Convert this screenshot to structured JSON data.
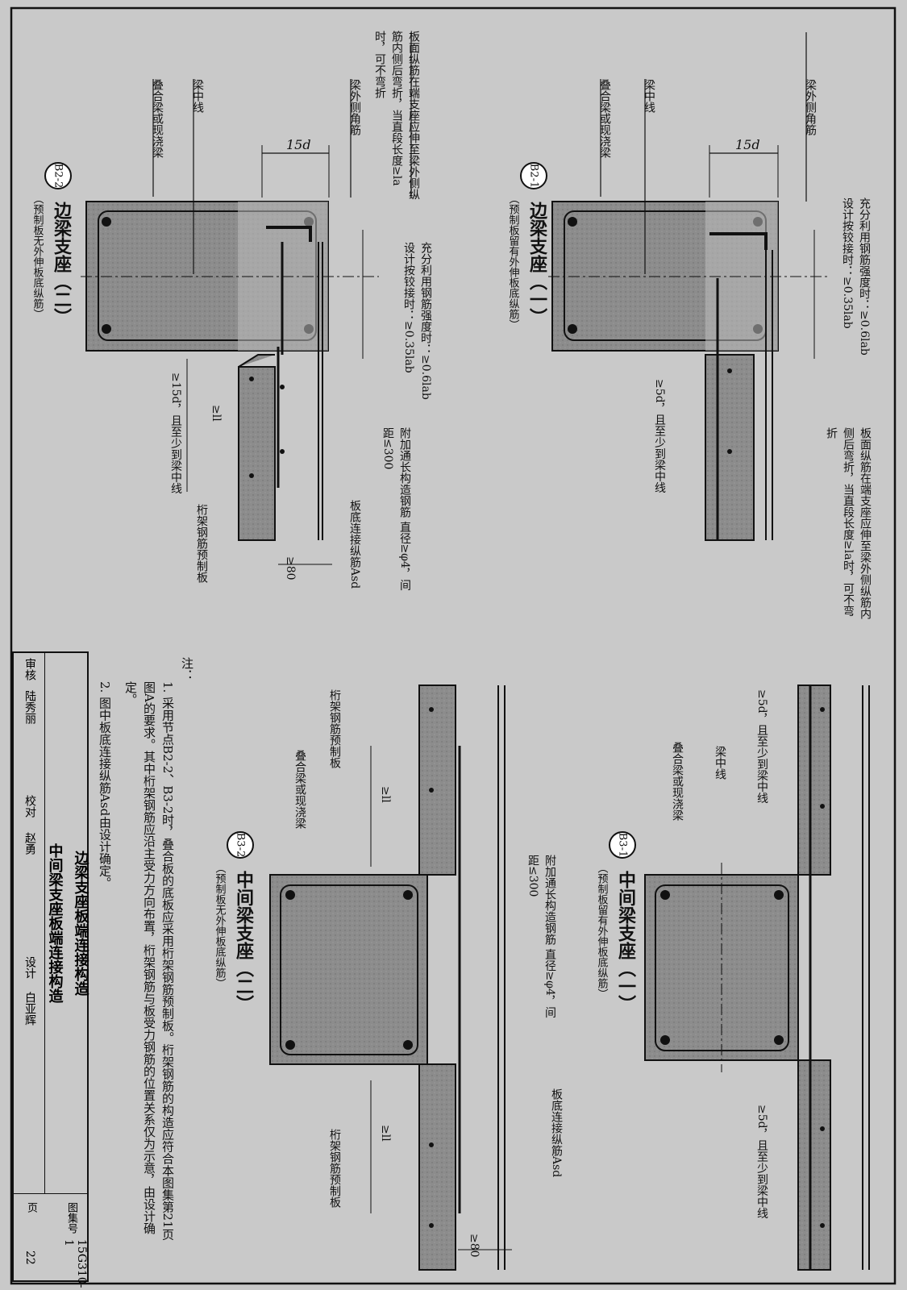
{
  "details": {
    "b2_2": {
      "badge": "B2-2",
      "title": "边梁支座（二）",
      "subtitle": "（预制板无外伸板底纵筋）",
      "labels": {
        "laminated_beam": "叠合梁或现浇梁",
        "beam_centerline": "梁中线",
        "beam_outer_corner": "梁外侧角筋",
        "top_bar_note": "板面纵筋在端支座应伸至梁外侧纵筋内侧后弯折，当直段长度≥la时，可不弯折",
        "dim_15d": "15d",
        "anchorage_note": "充分利用钢筋强度时：≥0.6lab 设计按铰接时：≥0.35lab",
        "embed_15d": "≥15d，且至少到梁中线",
        "embed_ll": "≥ll",
        "extra_bar": "附加通长构造钢筋 直径≥φ4，间距≤300",
        "bottom_bar": "板底连接纵筋Asd",
        "truss_slab": "桁架钢筋预制板",
        "dim_80": "≥80"
      }
    },
    "b2_1": {
      "badge": "B2-1",
      "title": "边梁支座（一）",
      "subtitle": "（预制板留有外伸板底纵筋）",
      "labels": {
        "laminated_beam": "叠合梁或现浇梁",
        "beam_centerline": "梁中线",
        "beam_outer_corner": "梁外侧角筋",
        "dim_15d": "15d",
        "anchorage_note": "充分利用钢筋强度时：≥0.6lab 设计按铰接时：≥0.35lab",
        "embed_5d": "≥5d，且至少到梁中线",
        "top_bar_note": "板面纵筋在端支座应伸至梁外侧纵筋内侧后弯折，当直段长度≥la时，可不弯折"
      }
    },
    "b3_2": {
      "badge": "B3-2",
      "title": "中间梁支座（二）",
      "subtitle": "（预制板无外伸板底纵筋）",
      "labels": {
        "truss_slab_left": "桁架钢筋预制板",
        "laminated_beam": "叠合梁或现浇梁",
        "embed_ll_left": "≥ll",
        "extra_bar": "附加通长构造钢筋 直径≥φ4，间距≤300",
        "bottom_bar": "板底连接纵筋Asd",
        "embed_ll_right": "≥ll",
        "truss_slab_right": "桁架钢筋预制板",
        "dim_80": "≥80"
      }
    },
    "b3_1": {
      "badge": "B3-1",
      "title": "中间梁支座（一）",
      "subtitle": "（预制板留有外伸板底纵筋）",
      "labels": {
        "embed_5d_left": "≥5d，且至少到梁中线",
        "laminated_beam": "叠合梁或现浇梁",
        "beam_centerline": "梁中线",
        "embed_5d_right": "≥5d，且至少到梁中线"
      }
    }
  },
  "notes": {
    "head": "注：",
    "n1": "1. 采用节点B2-2、B3-2时，叠合板的底板应采用桁架钢筋预制板。桁架钢筋的构造应符合本图集第21页图A的要求。其中桁架钢筋应沿主受力方向布置，桁架钢筋与板受力钢筋的位置关系仅为示意，由设计确定。",
    "n2": "2. 图中板底连接纵筋Asd由设计确定。"
  },
  "title_block": {
    "title_1": "边梁支座板端连接构造",
    "title_2": "中间梁支座板端连接构造",
    "atlas_label": "图集号",
    "atlas_no": "15G310-1",
    "page_label": "页",
    "page_no": "22",
    "review_label": "审核",
    "reviewer": "陆秀丽",
    "check_label": "校对",
    "checker": "赵勇",
    "design_label": "设计",
    "designer": "白亚辉"
  }
}
